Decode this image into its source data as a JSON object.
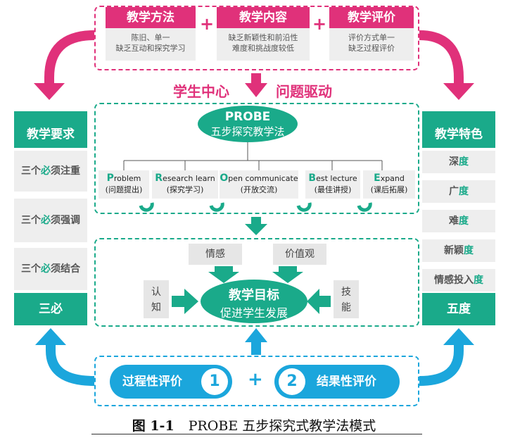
{
  "colors": {
    "pink": "#e0317a",
    "teal": "#1aaa8a",
    "blue": "#1ba6dc",
    "gray": "#eeeeee"
  },
  "top": {
    "cards": [
      {
        "title": "教学方法",
        "desc": "陈旧、单一\n缺乏互动和探究学习"
      },
      {
        "title": "教学内容",
        "desc": "缺乏新颖性和前沿性\n难度和挑战度较低"
      },
      {
        "title": "教学评价",
        "desc": "评价方式单一\n缺乏过程评价"
      }
    ],
    "plus": "+"
  },
  "slogan": {
    "left": "学生中心",
    "right": "问题驱动"
  },
  "probe": {
    "title": "PROBE",
    "subtitle": "五步探究教学法",
    "steps": [
      {
        "cap": "P",
        "rest": "roblem",
        "zh": "(问题提出)"
      },
      {
        "cap": "R",
        "rest": "esearch learn",
        "zh": "(探究学习)"
      },
      {
        "cap": "O",
        "rest": "pen communicate",
        "zh": "(开放交流)"
      },
      {
        "cap": "B",
        "rest": "est lecture",
        "zh": "(最佳讲授)"
      },
      {
        "cap": "E",
        "rest": "xpand",
        "zh": "(课后拓展)"
      }
    ]
  },
  "goal": {
    "title": "教学目标",
    "subtitle": "促进学生发展",
    "emotion": "情感",
    "values": "价值观",
    "cognition": "认\n知",
    "skill": "技\n能"
  },
  "left": {
    "head": "教学要求",
    "items": [
      {
        "pre": "三个",
        "hl": "必",
        "post": "须注重"
      },
      {
        "pre": "三个",
        "hl": "必",
        "post": "须强调"
      },
      {
        "pre": "三个",
        "hl": "必",
        "post": "须结合"
      }
    ],
    "foot": "三必"
  },
  "right": {
    "head": "教学特色",
    "items": [
      {
        "pre": "深",
        "hl": "度"
      },
      {
        "pre": "广",
        "hl": "度"
      },
      {
        "pre": "难",
        "hl": "度"
      },
      {
        "pre": "新颖",
        "hl": "度"
      },
      {
        "pre": "情感投入",
        "hl": "度"
      }
    ],
    "foot": "五度"
  },
  "bottom": {
    "process": "过程性评价",
    "result": "结果性评价",
    "n1": "1",
    "n2": "2",
    "plus": "+"
  },
  "caption": {
    "num": "图 1-1",
    "text": "PROBE 五步探究式教学法模式"
  }
}
